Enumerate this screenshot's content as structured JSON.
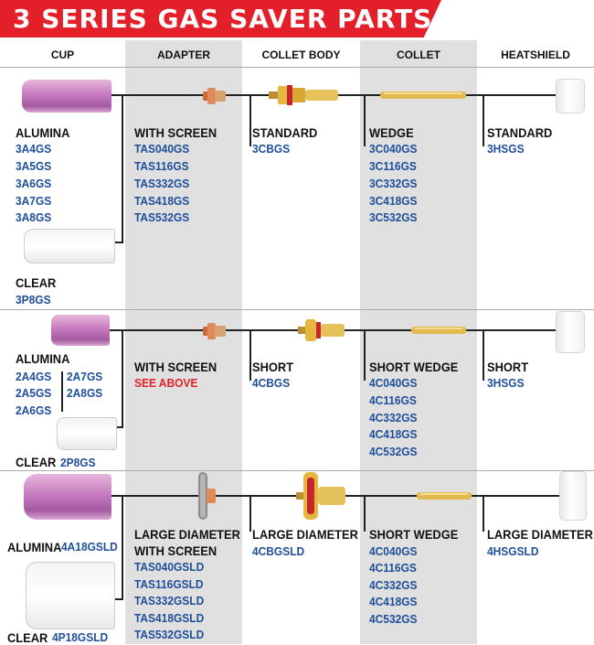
{
  "title": "3 SERIES GAS SAVER PARTS",
  "headers": {
    "cup": "CUP",
    "adapter": "ADAPTER",
    "collet_body": "COLLET BODY",
    "collet": "COLLET",
    "heatshield": "HEATSHIELD"
  },
  "row1": {
    "cup_alumina_label": "ALUMINA",
    "cup_alumina_codes": [
      "3A4GS",
      "3A5GS",
      "3A6GS",
      "3A7GS",
      "3A8GS"
    ],
    "cup_clear_label": "CLEAR",
    "cup_clear_code": "3P8GS",
    "adapter_label": "WITH SCREEN",
    "adapter_codes": [
      "TAS040GS",
      "TAS116GS",
      "TAS332GS",
      "TAS418GS",
      "TAS532GS"
    ],
    "collet_body_label": "STANDARD",
    "collet_body_code": "3CBGS",
    "collet_label": "WEDGE",
    "collet_codes": [
      "3C040GS",
      "3C116GS",
      "3C332GS",
      "3C418GS",
      "3C532GS"
    ],
    "heatshield_label": "STANDARD",
    "heatshield_code": "3HSGS"
  },
  "row2": {
    "cup_alumina_label": "ALUMINA",
    "cup_alumina_codes_left": [
      "2A4GS",
      "2A5GS",
      "2A6GS"
    ],
    "cup_alumina_codes_right": [
      "2A7GS",
      "2A8GS"
    ],
    "cup_clear_label": "CLEAR",
    "cup_clear_code": "2P8GS",
    "adapter_label": "WITH SCREEN",
    "adapter_note": "SEE ABOVE",
    "collet_body_label": "SHORT",
    "collet_body_code": "4CBGS",
    "collet_label": "SHORT WEDGE",
    "collet_codes": [
      "4C040GS",
      "4C116GS",
      "4C332GS",
      "4C418GS",
      "4C532GS"
    ],
    "heatshield_label": "SHORT",
    "heatshield_code": "3HSGS"
  },
  "row3": {
    "cup_alumina_label": "ALUMINA",
    "cup_alumina_code": "4A18GSLD",
    "cup_clear_label": "CLEAR",
    "cup_clear_code": "4P18GSLD",
    "adapter_label_1": "LARGE DIAMETER",
    "adapter_label_2": "WITH SCREEN",
    "adapter_codes": [
      "TAS040GSLD",
      "TAS116GSLD",
      "TAS332GSLD",
      "TAS418GSLD",
      "TAS532GSLD"
    ],
    "collet_body_label": "LARGE DIAMETER",
    "collet_body_code": "4CBGSLD",
    "collet_label": "SHORT WEDGE",
    "collet_codes": [
      "4C040GS",
      "4C116GS",
      "4C332GS",
      "4C418GS",
      "4C532GS"
    ],
    "heatshield_label": "LARGE DIAMETER",
    "heatshield_code": "4HSGSLD"
  },
  "colors": {
    "banner": "#e3202a",
    "code_blue": "#1f4f99",
    "note_red": "#e3202a",
    "stripe": "#e0e0e0"
  }
}
